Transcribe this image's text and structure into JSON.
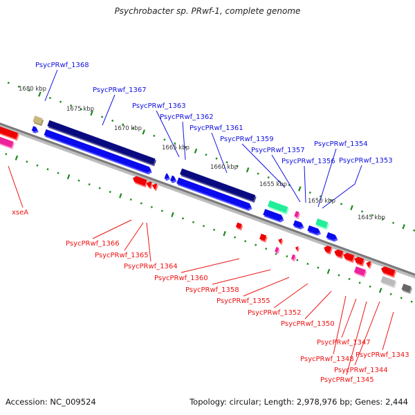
{
  "title": "Psychrobacter sp. PRwf-1, complete genome",
  "footer": {
    "accession": "Accession: NC_009524",
    "summary": "Topology: circular; Length: 2,978,976 bp; Genes: 2,444"
  },
  "colors": {
    "forward_label": "#1010e0",
    "reverse_label": "#ee1111",
    "ticks": "#1a8a1a",
    "backbone": "#888888",
    "forward_cds": "#0a0aee",
    "forward_cds_dark": "#0a0a80",
    "rna_green": "#22ee99",
    "pink": "#ee2299",
    "olive": "#c8b880",
    "gray": "#bbbbbb",
    "dark_gray": "#666666",
    "reverse_cds": "#ee0000"
  },
  "scale_labels": [
    "1680 kbp",
    "1675 kbp",
    "1670 kbp",
    "1665 kbp",
    "1660 kbp",
    "1655 kbp",
    "1650 kbp",
    "1645 kbp"
  ],
  "forward_labels": [
    "PsycPRwf_1368",
    "PsycPRwf_1367",
    "PsycPRwf_1363",
    "PsycPRwf_1362",
    "PsycPRwf_1361",
    "PsycPRwf_1359",
    "PsycPRwf_1357",
    "PsycPRwf_1356",
    "PsycPRwf_1354",
    "PsycPRwf_1353"
  ],
  "reverse_labels": [
    "xseA",
    "PsycPRwf_1366",
    "PsycPRwf_1365",
    "PsycPRwf_1364",
    "PsycPRwf_1360",
    "PsycPRwf_1358",
    "PsycPRwf_1355",
    "PsycPRwf_1352",
    "PsycPRwf_1350",
    "PsycPRwf_1347",
    "PsycPRwf_1348",
    "PsycPRwf_1344",
    "PsycPRwf_1345",
    "PsycPRwf_1343"
  ]
}
